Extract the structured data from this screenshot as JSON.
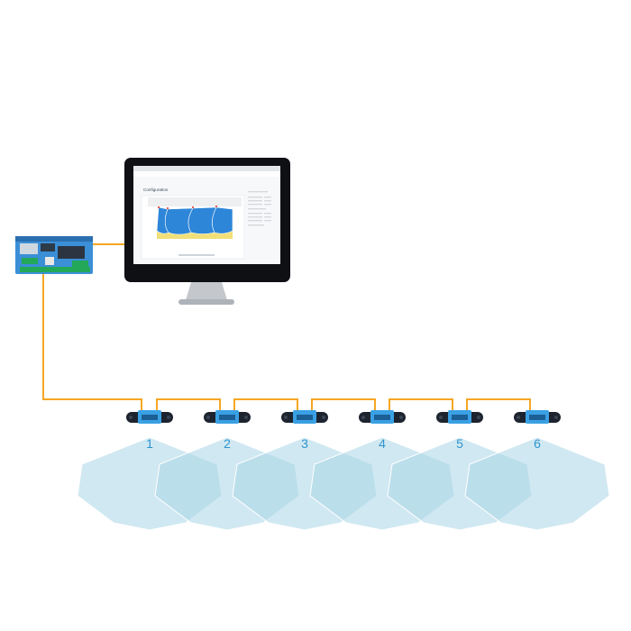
{
  "colors": {
    "cable": "#f5a623",
    "sensor_body": "#1d2430",
    "sensor_cap": "#3aa0e4",
    "beam": "#a9d6e5",
    "label": "#2f95d0",
    "controller_board": "#3b8fd6",
    "monitor_bezel": "#0e1013",
    "monitor_stand": "#c4c8cd",
    "chart_area": "#2e86d8",
    "chart_floor": "#f1df78"
  },
  "sensors": [
    {
      "label": "1"
    },
    {
      "label": "2"
    },
    {
      "label": "3"
    },
    {
      "label": "4"
    },
    {
      "label": "5"
    },
    {
      "label": "6"
    }
  ],
  "monitor": {
    "screen_heading": "Configuration",
    "icons": [
      "controller-board-icon",
      "monitor-icon",
      "sensor-icon"
    ]
  }
}
